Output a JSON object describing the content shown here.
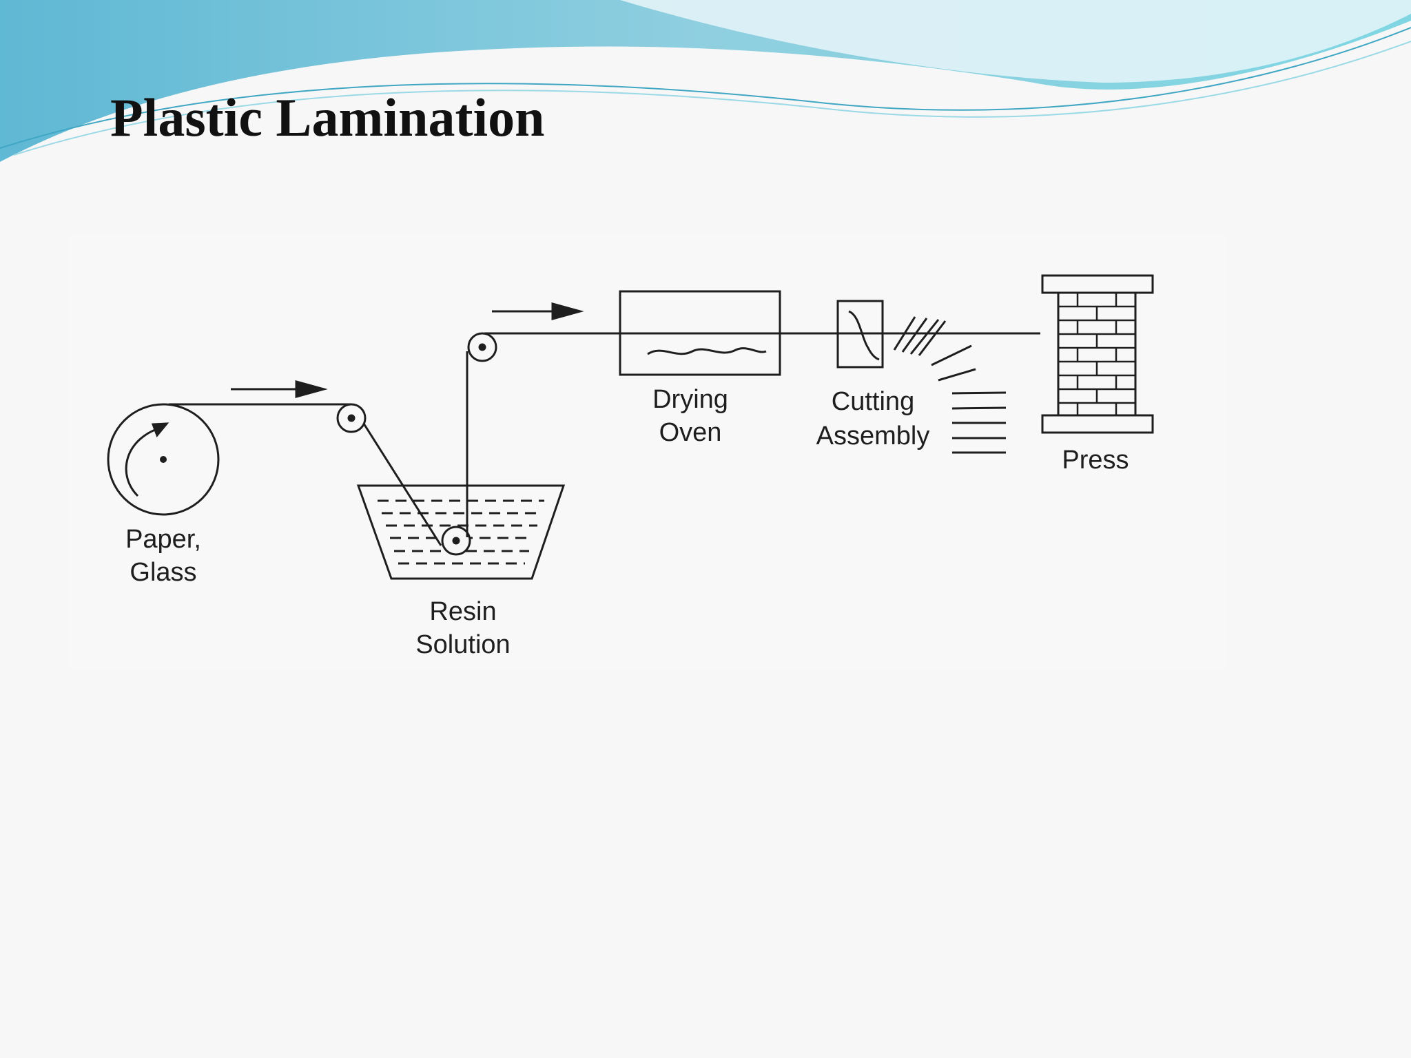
{
  "slide": {
    "title": "Plastic Lamination"
  },
  "diagram": {
    "labels": {
      "paper_line1": "Paper,",
      "paper_line2": "Glass",
      "resin_line1": "Resin",
      "resin_line2": "Solution",
      "oven_line1": "Drying",
      "oven_line2": "Oven",
      "cutting_line1": "Cutting",
      "cutting_line2": "Assembly",
      "press": "Press"
    }
  },
  "theme": {
    "banner_dark": "#7dc6da",
    "banner_light": "#b9e6ef",
    "line_color": "#1e1e1e",
    "background": "#f7f7f7"
  }
}
